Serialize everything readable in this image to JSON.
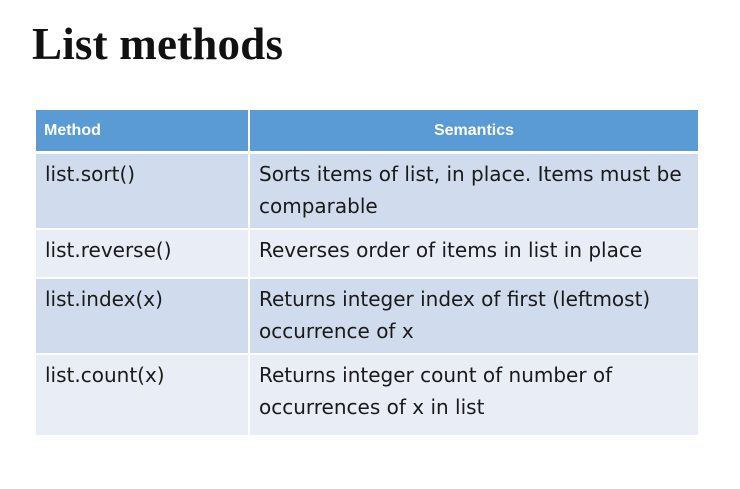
{
  "title": "List methods",
  "table": {
    "headers": [
      "Method",
      "Semantics"
    ],
    "rows": [
      {
        "method": "list.sort()",
        "semantics": "Sorts items of list, in place. Items must be comparable"
      },
      {
        "method": "list.reverse()",
        "semantics": "Reverses order of items in list in place"
      },
      {
        "method": "list.index(x)",
        "semantics": "Returns integer index of first (leftmost) occurrence of x"
      },
      {
        "method": "list.count(x)",
        "semantics": "Returns integer count of number of occurrences of x in list"
      }
    ]
  },
  "colors": {
    "header_bg": "#5b9bd5",
    "row_odd_bg": "#d0dcee",
    "row_even_bg": "#e8edf6"
  }
}
